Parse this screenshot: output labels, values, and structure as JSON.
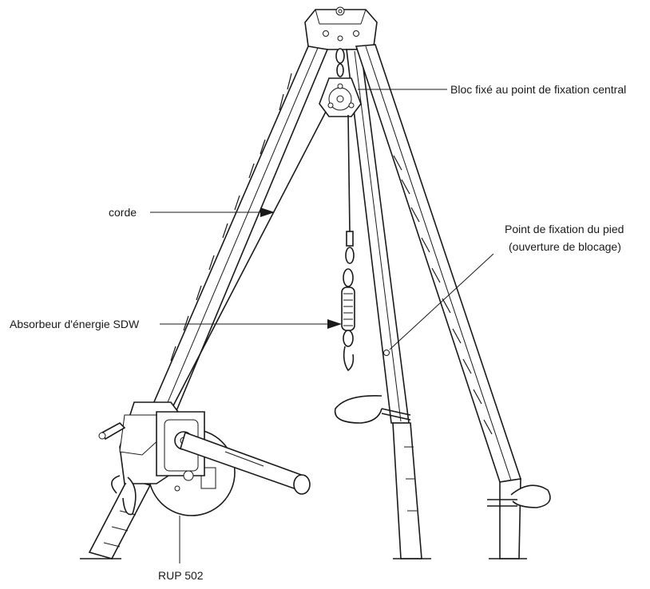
{
  "labels": {
    "pulley": "Bloc fixé au point de fixation central",
    "rope": "corde",
    "foot_point_line1": "Point de fixation du pied",
    "foot_point_line2": "(ouverture de blocage)",
    "absorber": "Absorbeur d'énergie SDW",
    "winch": "RUP 502"
  },
  "colors": {
    "line": "#1a1a1a",
    "background": "#ffffff"
  }
}
